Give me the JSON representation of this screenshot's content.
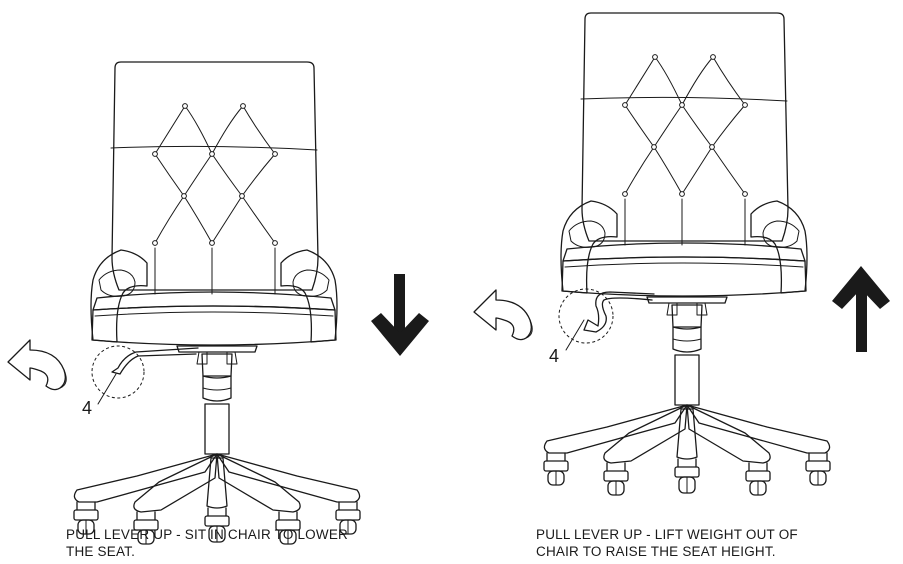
{
  "steps": [
    {
      "callout": "4",
      "caption_line1": "PULL LEVER UP - SIT IN CHAIR TO LOWER",
      "caption_line2": "THE SEAT.",
      "direction": "down"
    },
    {
      "callout": "4",
      "caption_line1": "PULL LEVER UP - LIFT WEIGHT OUT OF",
      "caption_line2": "CHAIR TO RAISE THE SEAT HEIGHT.",
      "direction": "up"
    }
  ],
  "colors": {
    "ink": "#1a1a1a",
    "background": "#ffffff"
  },
  "icons": [
    "office-chair-illustration",
    "curved-pull-arrow-icon",
    "direction-arrow-icon",
    "lever-detail-circle"
  ]
}
